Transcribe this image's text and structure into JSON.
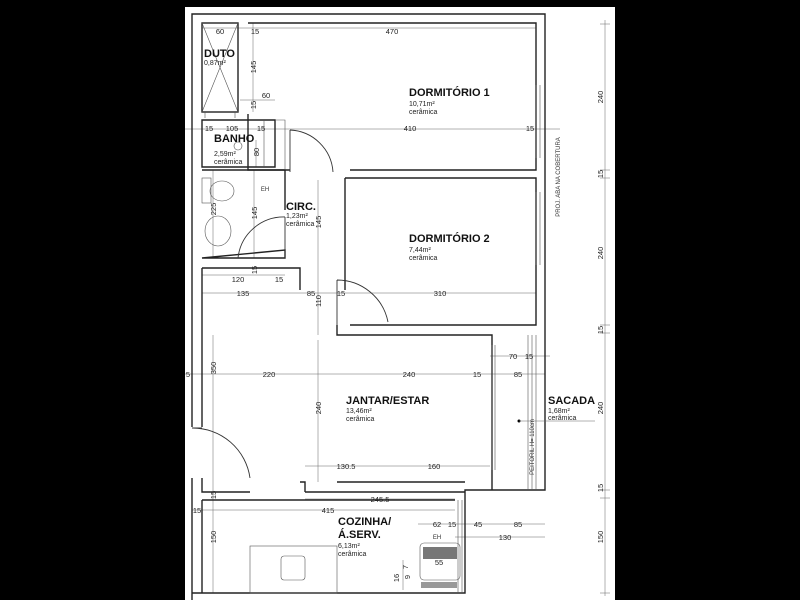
{
  "rooms": {
    "duto": {
      "name": "DUTO",
      "area": "0,87m²"
    },
    "dorm1": {
      "name": "DORMITÓRIO 1",
      "area": "10,71m²",
      "floor": "cerâmica"
    },
    "banho": {
      "name": "BANHO",
      "area": "2,59m²",
      "floor": "cerâmica"
    },
    "circ": {
      "name": "CIRC.",
      "area": "1,23m²",
      "floor": "cerâmica"
    },
    "dorm2": {
      "name": "DORMITÓRIO 2",
      "area": "7,44m²",
      "floor": "cerâmica"
    },
    "jantar": {
      "name": "JANTAR/ESTAR",
      "area": "13,46m²",
      "floor": "cerâmica"
    },
    "sacada": {
      "name": "SACADA",
      "area": "1,68m²",
      "floor": "cerâmica"
    },
    "cozinha": {
      "name1": "COZINHA/",
      "name2": "Á.SERV.",
      "area": "6,13m²",
      "floor": "cerâmica"
    }
  },
  "notes": {
    "proj_aba": "PROJ. ABA NA COBERTURA",
    "peitoril": "PEITORIL H= 110cm",
    "eh_banho": "EH",
    "eh_cozinha": "EH"
  },
  "dims": [
    "60",
    "15",
    "470",
    "145",
    "60",
    "15",
    "15",
    "105",
    "15",
    "410",
    "15",
    "80",
    "225",
    "145",
    "145",
    "15",
    "120",
    "15",
    "135",
    "85",
    "15",
    "310",
    "240",
    "15",
    "240",
    "110",
    "15",
    "70",
    "15",
    "5",
    "350",
    "220",
    "240",
    "15",
    "85",
    "240",
    "240",
    "130.5",
    "160",
    "15",
    "245.5",
    "15",
    "15",
    "415",
    "62",
    "15",
    "45",
    "85",
    "130",
    "150",
    "150",
    "55",
    "7",
    "16",
    "9"
  ]
}
